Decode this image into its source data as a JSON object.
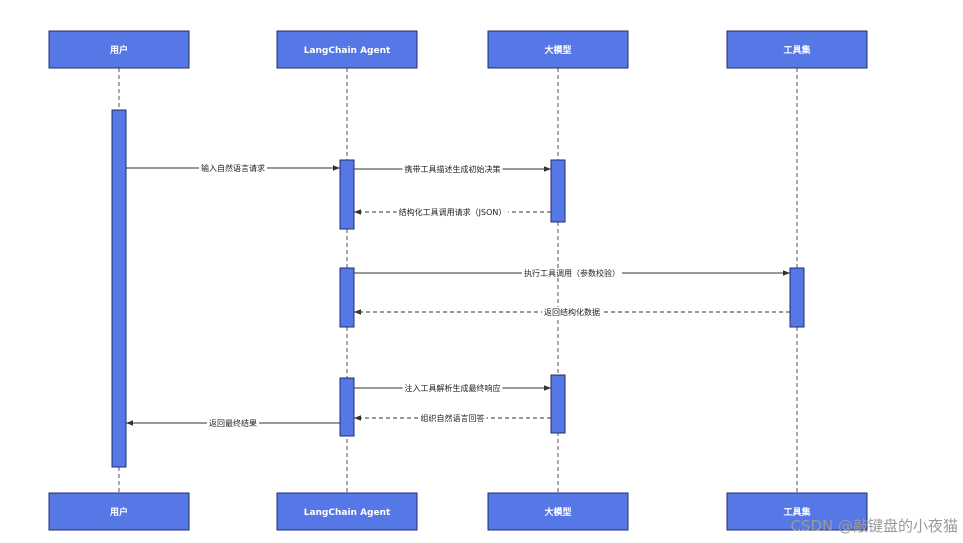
{
  "actors": [
    {
      "id": "user",
      "label": "用户"
    },
    {
      "id": "agent",
      "label": "LangChain Agent"
    },
    {
      "id": "llm",
      "label": "大模型"
    },
    {
      "id": "tools",
      "label": "工具集"
    }
  ],
  "messages": [
    {
      "from": "user",
      "to": "agent",
      "label": "输入自然语言请求",
      "style": "solid"
    },
    {
      "from": "agent",
      "to": "llm",
      "label": "携带工具描述生成初始决策",
      "style": "solid"
    },
    {
      "from": "llm",
      "to": "agent",
      "label": "结构化工具调用请求（JSON）",
      "style": "dashed"
    },
    {
      "from": "agent",
      "to": "tools",
      "label": "执行工具调用（参数校验）",
      "style": "solid"
    },
    {
      "from": "tools",
      "to": "agent",
      "label": "返回结构化数据",
      "style": "dashed"
    },
    {
      "from": "agent",
      "to": "llm",
      "label": "注入工具解析生成最终响应",
      "style": "solid"
    },
    {
      "from": "llm",
      "to": "agent",
      "label": "组织自然语言回答",
      "style": "dashed"
    },
    {
      "from": "agent",
      "to": "user",
      "label": "返回最终结果",
      "style": "solid"
    }
  ],
  "watermark": "CSDN @敲键盘的小夜猫",
  "colors": {
    "actor_fill": "#5677e6",
    "line": "#333333"
  }
}
